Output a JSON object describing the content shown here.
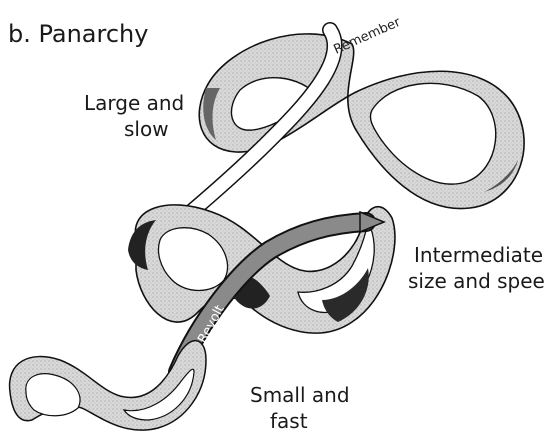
{
  "title": "b. Panarchy",
  "levels": {
    "large": {
      "line1": "Large and",
      "line2": "slow"
    },
    "intermediate": {
      "line1": "Intermediate",
      "line2": "size and speed"
    },
    "small": {
      "line1": "Small and",
      "line2": "fast"
    }
  },
  "connections": {
    "remember": "Remember",
    "revolt": "Revolt"
  },
  "colors": {
    "band_fill": "#d7d7d7",
    "band_shadow": "#3a3a3a",
    "band_outline": "#111111",
    "arrow_fill": "#ffffff"
  }
}
